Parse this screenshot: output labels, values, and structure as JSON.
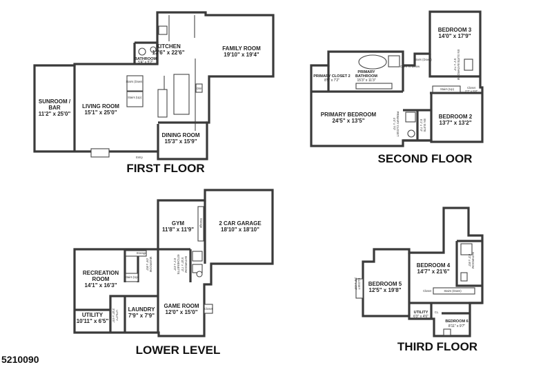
{
  "listing_number": "5210090",
  "floors": {
    "first": {
      "title": "FIRST FLOOR",
      "rooms": {
        "kitchen": {
          "name": "KITCHEN",
          "dims": "13'6\" x 22'6\""
        },
        "family_room": {
          "name": "FAMILY ROOM",
          "dims": "19'10\" x 19'4\""
        },
        "bathroom": {
          "name": "BATHROOM",
          "dims": "5'4\" x 5'2\""
        },
        "sunroom": {
          "name": "SUNROOM /",
          "name2": "BAR",
          "dims": "11'2\" x 25'0\""
        },
        "living_room": {
          "name": "LIVING ROOM",
          "dims": "15'1\" x 25'0\""
        },
        "dining_room": {
          "name": "DINING ROOM",
          "dims": "15'3\" x 15'9\""
        }
      },
      "labels": {
        "stairs_down": "Stairs (Down)",
        "stairs_up": "Stairs (Up)",
        "entry": "Entry",
        "dw": "DW"
      }
    },
    "second": {
      "title": "SECOND FLOOR",
      "rooms": {
        "bedroom3": {
          "name": "BEDROOM 3",
          "dims": "14'0\" x 17'9\""
        },
        "primary_closet2": {
          "name": "PRIMARY CLOSET 2",
          "dims": "8'9\" x 7'2\""
        },
        "primary_bathroom": {
          "name": "PRIMARY",
          "name2": "BATHROOM",
          "dims": "15'3\" x 11'3\""
        },
        "primary_bedroom": {
          "name": "PRIMARY BEDROOM",
          "dims": "24'5\" x 13'5\""
        },
        "bedroom2": {
          "name": "BEDROOM 2",
          "dims": "13'7\" x 13'2\""
        },
        "primary_closet": {
          "name": "PRIMARY CLOSET",
          "dims": "4'4\" x 7'0\""
        },
        "en_suite_bath": {
          "name": "EN SUITE",
          "dims": "5'1\" x 7'3\""
        },
        "en_suite_bathroom": {
          "name": "EN SUITE BATHROOM",
          "dims": "5'1\" x 7'4\""
        }
      },
      "labels": {
        "open_to_below": "Open To Below",
        "stairs_down": "Stairs (Down)",
        "stairs_up": "Stairs (Up)",
        "closet": "Closet",
        "closet_dims": "2'7\" x 5'8\""
      }
    },
    "lower": {
      "title": "LOWER LEVEL",
      "rooms": {
        "gym": {
          "name": "GYM",
          "dims": "11'8\" x 11'9\""
        },
        "garage": {
          "name": "2 CAR GARAGE",
          "dims": "18'10\" x 18'10\""
        },
        "recreation_room": {
          "name": "RECREATION",
          "name2": "ROOM",
          "dims": "14'1\" x 16'3\""
        },
        "mudroom": {
          "name": "MUDROOM",
          "dims": "4'9\" x 8'0\""
        },
        "kitchenette": {
          "name": "KITCHENETTE",
          "dims": "6'1\" x 4'0\""
        },
        "laundry": {
          "name": "LAUNDRY",
          "dims": "7'9\" x 7'9\""
        },
        "utility_a": {
          "name": "UTILITY",
          "dims": "10'11\" x 6'5\""
        },
        "utility_b": {
          "name": "UTILITY",
          "dims": "3'10\" x 6'5\""
        },
        "game_room": {
          "name": "GAME ROOM",
          "dims": "12'0\" x 15'0\""
        },
        "bathroom": {
          "name": "BATHROOM",
          "dims": "5'10\" x 7'3\""
        }
      },
      "labels": {
        "storage": "Storage",
        "storage2": "Storage",
        "stairs_up": "Stairs (Up)",
        "closet": "Closet"
      }
    },
    "third": {
      "title": "THIRD FLOOR",
      "rooms": {
        "bedroom5": {
          "name": "BEDROOM 5",
          "dims": "12'5\" x 19'8\""
        },
        "bedroom4": {
          "name": "BEDROOM 4",
          "dims": "14'7\" x 21'6\""
        },
        "bathroom": {
          "name": "BATHROOM",
          "dims": "6'3\" x 8'0\""
        },
        "utility": {
          "name": "UTILITY",
          "dims": "6'3\" x 4'6\""
        },
        "bedroom6": {
          "name": "BEDROOM 6",
          "dims": "8'11\" x 9'7\""
        }
      },
      "labels": {
        "closet": "Closet",
        "closet_left": "CLOSET",
        "closet_left_dims": "2'0\" x 4'8\"",
        "cl": "CL.",
        "stairs_down": "Stairs (Down)"
      }
    }
  }
}
